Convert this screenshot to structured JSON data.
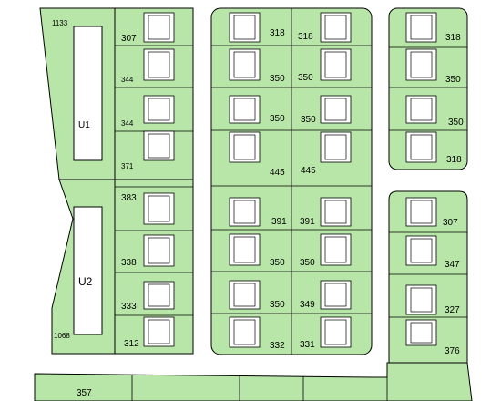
{
  "map": {
    "background": "#ffffff",
    "plot_color": "#b8e6a8",
    "units": [
      {
        "id": "u1",
        "label": "U1"
      },
      {
        "id": "u2",
        "label": "U2"
      }
    ],
    "areas": {
      "a1133": "1133",
      "a1068": "1068",
      "a307": "307",
      "a344a": "344",
      "a344b": "344",
      "a371": "371",
      "a383": "383",
      "a338": "338",
      "a333": "333",
      "a312": "312",
      "b318a": "318",
      "b318b": "318",
      "b350a": "350",
      "b350b": "350",
      "b350c": "350",
      "b350d": "350",
      "b445a": "445",
      "b445b": "445",
      "b391a": "391",
      "b391b": "391",
      "b350e": "350",
      "b350f": "350",
      "b350g": "350",
      "b349": "349",
      "b332": "332",
      "b331": "331",
      "c318a": "318",
      "c350a": "350",
      "c350b": "350",
      "c318b": "318",
      "d307": "307",
      "d347": "347",
      "d327": "327",
      "d376": "376",
      "e357": "357"
    }
  }
}
